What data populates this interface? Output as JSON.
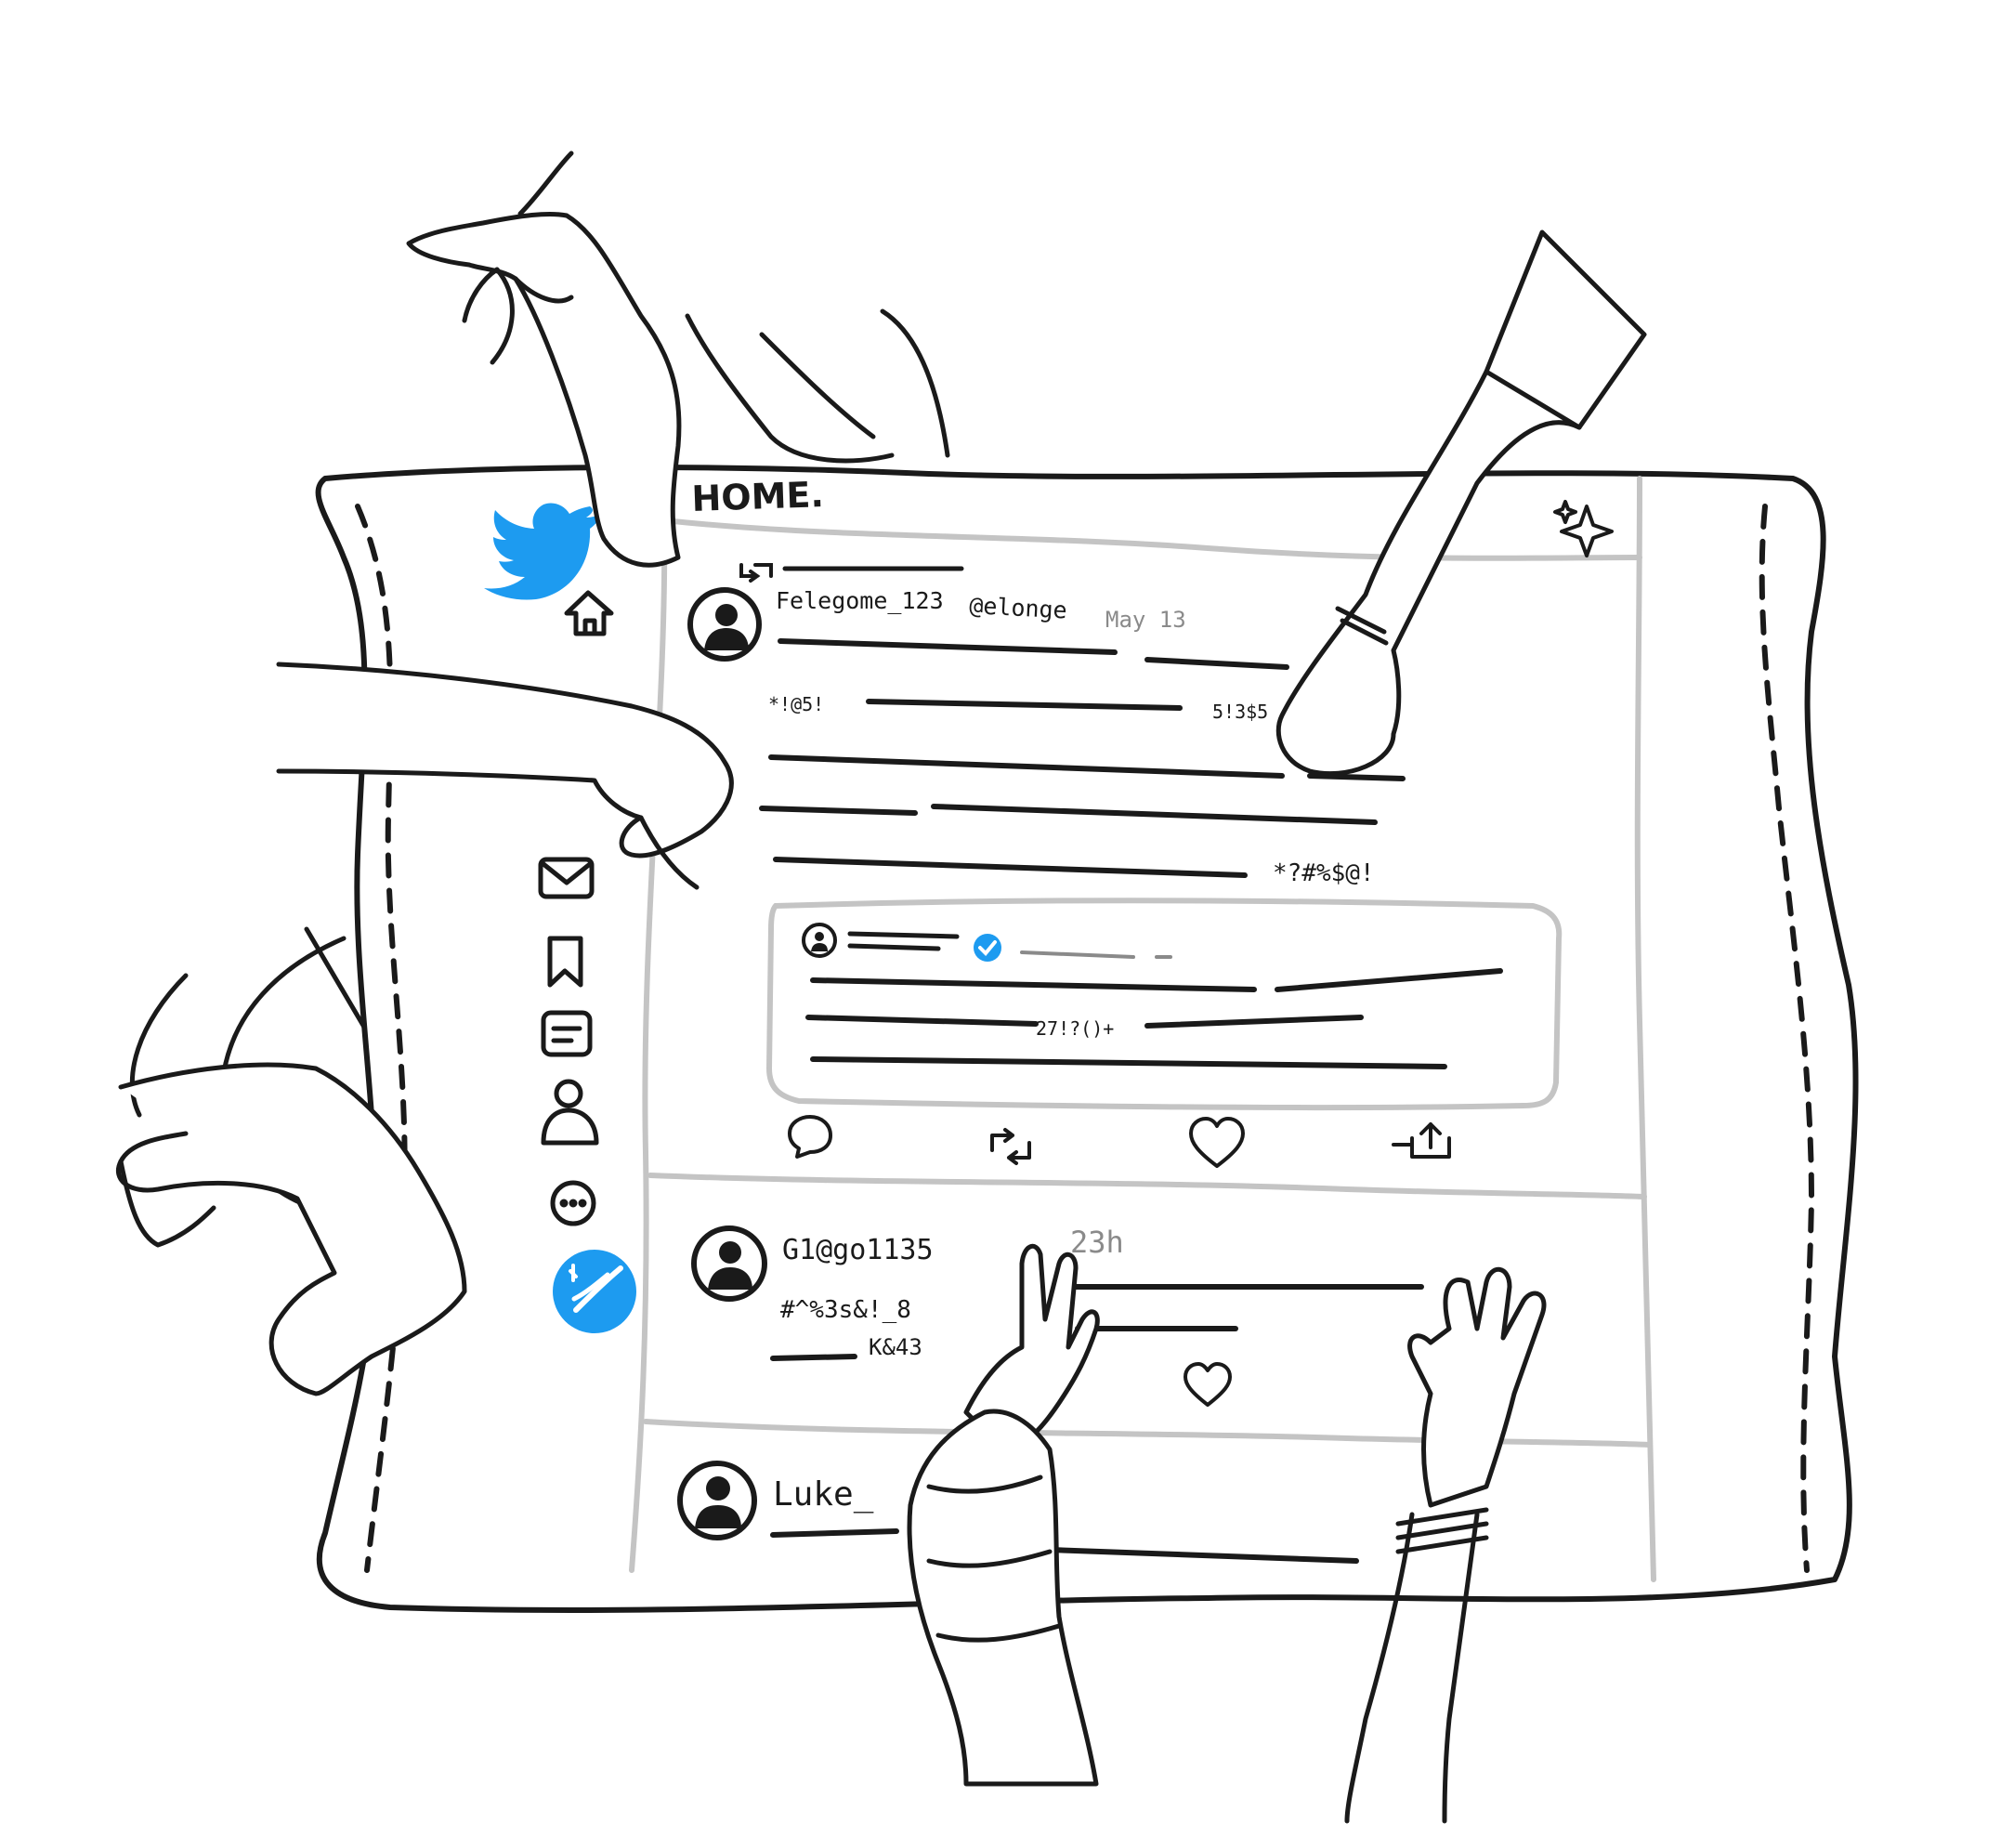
{
  "header": {
    "title": "HOME.",
    "logo_icon": "twitter-bird-icon",
    "sparkle_icon": "sparkle-icon"
  },
  "sidebar": {
    "icons": [
      "home-icon",
      "mail-icon",
      "bookmark-icon",
      "lists-icon",
      "profile-icon",
      "more-icon",
      "compose-icon"
    ]
  },
  "feed": {
    "tweet1": {
      "user": "Felegome_123",
      "handle": "@elonge",
      "date": "May 13",
      "text_a": "*!@5!",
      "text_b": "5!3$5",
      "text_c": "*?#%$@!",
      "quote_text": "27!?()+",
      "actions": [
        "reply-icon",
        "retweet-icon",
        "like-icon",
        "share-icon"
      ]
    },
    "tweet2": {
      "user": "G1@go1135",
      "time": "23h",
      "text_a": "#^%3s&!_8",
      "text_b": "K&43"
    },
    "tweet3": {
      "user": "Luke_"
    }
  },
  "colors": {
    "brand": "#1d9bf0",
    "ink": "#1a1a1a",
    "divider": "#c4c4c4"
  }
}
